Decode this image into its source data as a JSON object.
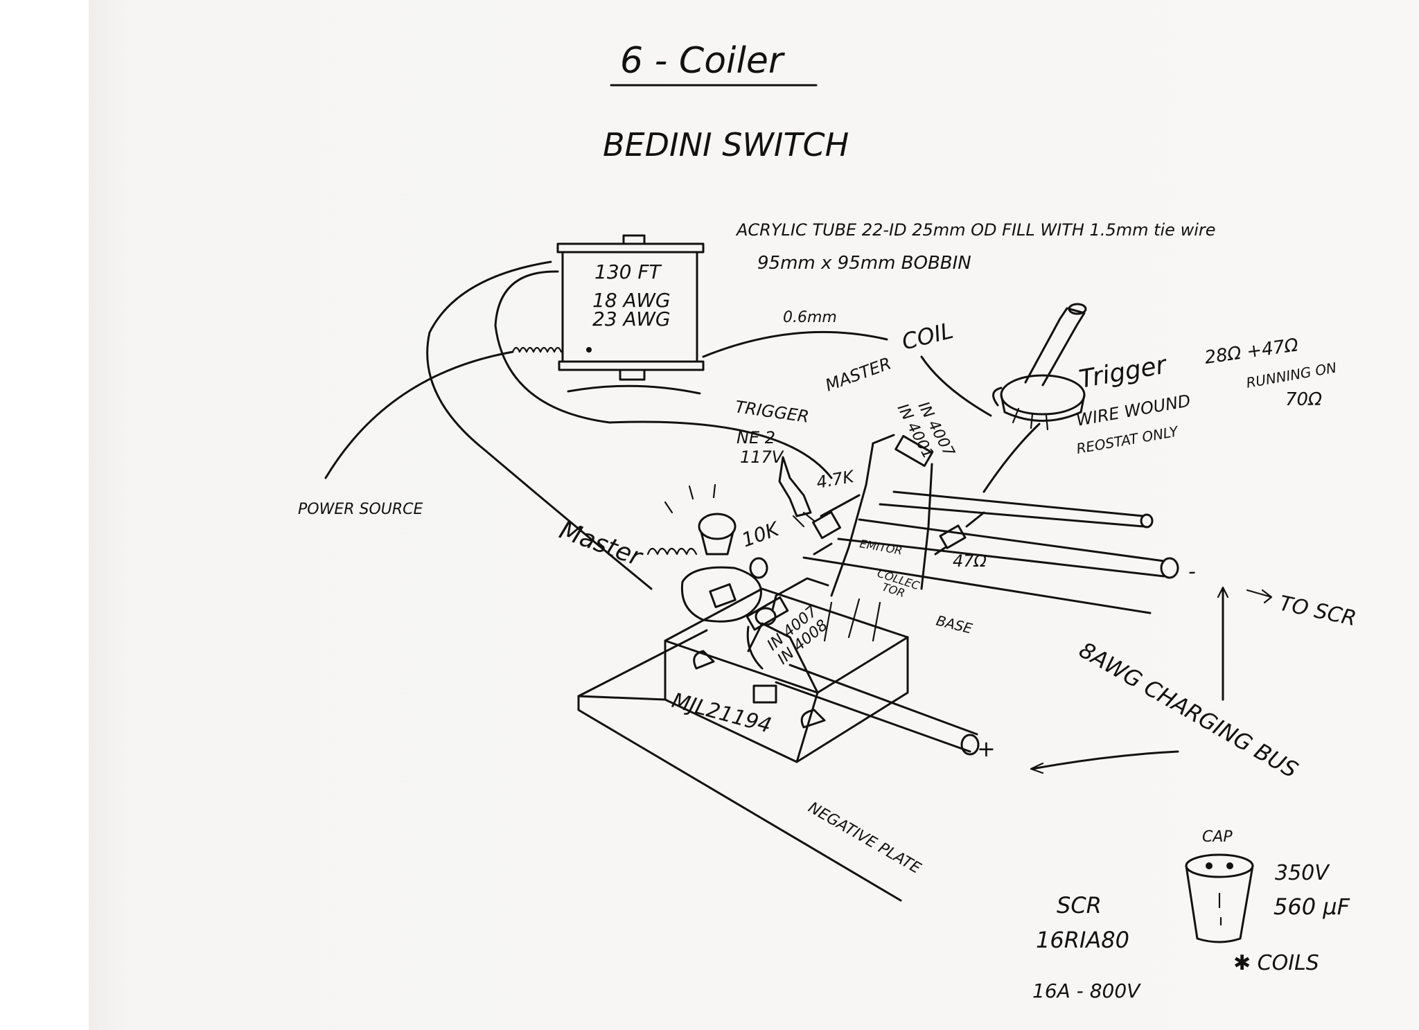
{
  "title": "6 - Coiler",
  "subtitle": "BEDINI SWITCH",
  "notes": {
    "tube": "ACRYLIC TUBE 22-ID 25mm OD FILL WITH 1.5mm tie wire",
    "bobbin": "95mm x 95mm BOBBIN"
  },
  "coil": {
    "line1": "130 FT",
    "line2": "18 AWG",
    "line3": "23 AWG"
  },
  "labels": {
    "wire_gauge": "0.6mm",
    "master_coil_a": "MASTER",
    "master_coil_b": "COIL",
    "trigger_small": "TRIGGER",
    "trigger_big": "Trigger",
    "trigger_values": "28Ω +47Ω",
    "running_on": "RUNNING ON",
    "running_value": "70Ω",
    "wire_wound": "WIRE WOUND",
    "reostat": "REOSTAT ONLY",
    "power_source": "POWER SOURCE",
    "master": "Master",
    "ne2": "NE 2",
    "ne2_v": "117V",
    "r47k": "4.7K",
    "r10k": "10K",
    "r47": "47Ω",
    "diode_top_a": "IN 4001",
    "diode_top_b": "IN 4007",
    "emitter": "EMITOR",
    "collector_a": "COLLEC",
    "collector_b": "TOR",
    "base": "BASE",
    "diode_bottom_a": "IN 4007",
    "diode_bottom_b": "IN 4008",
    "transistor": "MJL21194",
    "plus": "+",
    "minus": "-",
    "to_scr": "TO SCR",
    "charging_bus": "8AWG CHARGING BUS",
    "negative_plate": "NEGATIVE PLATE",
    "cap": "CAP",
    "cap_v": "350V",
    "cap_uf": "560 µF",
    "scr": "SCR",
    "scr_part": "16RIA80",
    "scr_rating": "16A - 800V",
    "coils": "✱ COILS"
  }
}
